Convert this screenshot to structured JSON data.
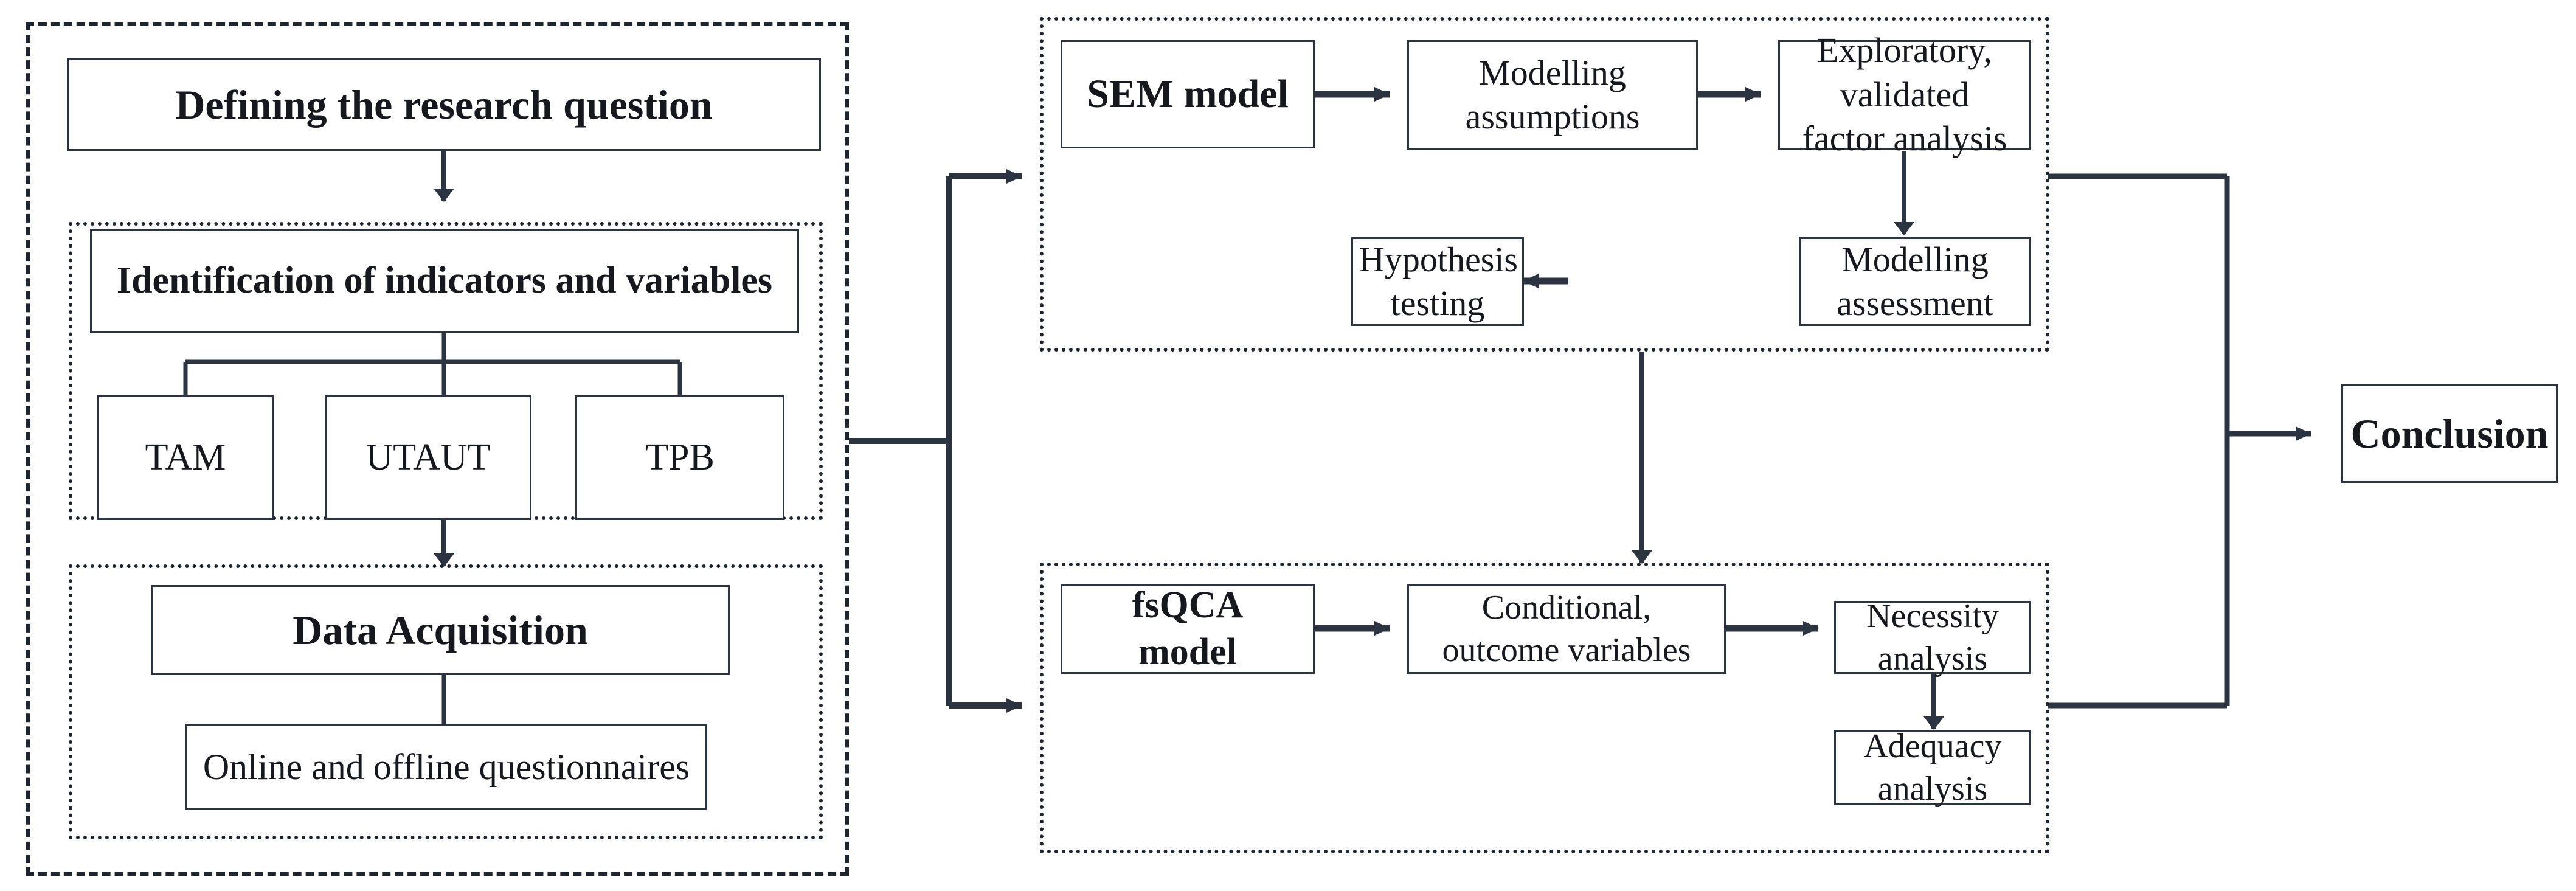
{
  "diagram": {
    "title": "Research methodology flowchart",
    "colors": {
      "line": "#2b3440",
      "text": "#16181d",
      "background": "#ffffff"
    },
    "groups": {
      "research_design": {
        "name": "research-design-group",
        "style": "dashed"
      },
      "indicators": {
        "name": "indicators-group",
        "style": "dotted"
      },
      "data_acquisition": {
        "name": "data-acquisition-group",
        "style": "dotted"
      },
      "sem": {
        "name": "sem-model-group",
        "style": "dotted"
      },
      "fsqca": {
        "name": "fsqca-model-group",
        "style": "dotted"
      }
    },
    "nodes": {
      "research_question": "Defining the research question",
      "identification": "Identification of indicators and variables",
      "tam": "TAM",
      "utaut": "UTAUT",
      "tpb": "TPB",
      "data_acquisition": "Data Acquisition",
      "questionnaires": "Online and offline questionnaires",
      "sem_model": "SEM model",
      "modelling_assumptions": "Modelling\nassumptions",
      "factor_analysis": "Exploratory, validated\nfactor analysis",
      "modelling_assessment": "Modelling assessment",
      "hypothesis_testing": "Hypothesis testing",
      "fsqca_model": "fsQCA\nmodel",
      "conditional_outcome": "Conditional,\noutcome variables",
      "necessity_analysis": "Necessity analysis",
      "adequacy_analysis": "Adequacy analysis",
      "conclusion": "Conclusion"
    },
    "edges": [
      {
        "from": "research_question",
        "to": "identification",
        "type": "arrow-down"
      },
      {
        "from": "identification",
        "to": "tam",
        "type": "tree-branch"
      },
      {
        "from": "identification",
        "to": "utaut",
        "type": "tree-branch"
      },
      {
        "from": "identification",
        "to": "tpb",
        "type": "tree-branch"
      },
      {
        "from": "indicators",
        "to": "data_acquisition",
        "type": "arrow-down"
      },
      {
        "from": "data_acquisition",
        "to": "questionnaires",
        "type": "plain-line"
      },
      {
        "from": "research_design",
        "to": "sem",
        "type": "arrow-right-split"
      },
      {
        "from": "research_design",
        "to": "fsqca",
        "type": "arrow-right-split"
      },
      {
        "from": "sem_model",
        "to": "modelling_assumptions",
        "type": "arrow-right"
      },
      {
        "from": "modelling_assumptions",
        "to": "factor_analysis",
        "type": "arrow-right"
      },
      {
        "from": "factor_analysis",
        "to": "modelling_assessment",
        "type": "arrow-down"
      },
      {
        "from": "modelling_assessment",
        "to": "hypothesis_testing",
        "type": "arrow-left"
      },
      {
        "from": "sem",
        "to": "fsqca",
        "type": "arrow-down"
      },
      {
        "from": "fsqca_model",
        "to": "conditional_outcome",
        "type": "arrow-right"
      },
      {
        "from": "conditional_outcome",
        "to": "necessity_analysis",
        "type": "arrow-right"
      },
      {
        "from": "necessity_analysis",
        "to": "adequacy_analysis",
        "type": "arrow-down"
      },
      {
        "from": "sem",
        "to": "conclusion",
        "type": "arrow-right-merge"
      },
      {
        "from": "fsqca",
        "to": "conclusion",
        "type": "arrow-right-merge"
      }
    ]
  }
}
